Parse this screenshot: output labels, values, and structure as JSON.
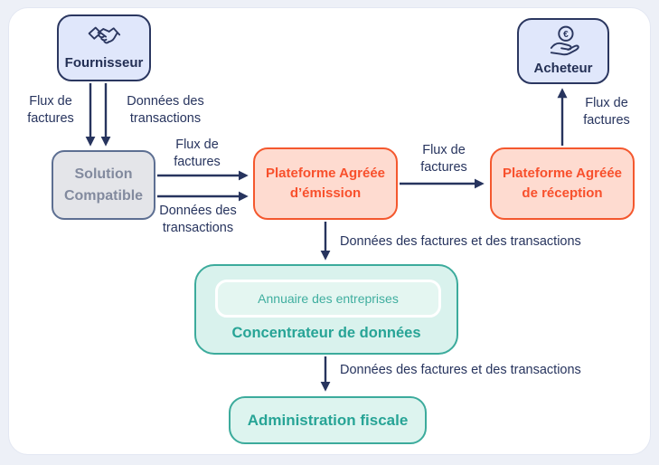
{
  "page": {
    "background_color": "#edf0f7",
    "card_background_color": "#ffffff"
  },
  "colors": {
    "navy": "#2b3760",
    "navy_text": "#232f54",
    "arrow": "#27345e",
    "blue_fill": "#e0e7fb",
    "gray_fill": "#e4e5e9",
    "gray_border": "#5d6f92",
    "gray_text": "#828a9e",
    "orange_fill": "#fedbd0",
    "orange_border": "#f4582e",
    "orange_text": "#f8502c",
    "teal_fill": "#d9f2ed",
    "teal_border": "#3cab9c",
    "teal_text": "#27a496",
    "annuaire_fill": "#e4f6f1",
    "annuaire_border": "#ffffff",
    "annuaire_text": "#3fae9f"
  },
  "nodes": {
    "fournisseur": {
      "label": "Fournisseur",
      "icon": "handshake-icon"
    },
    "acheteur": {
      "label": "Acheteur",
      "icon": "hand-euro-icon",
      "icon_glyph": "€"
    },
    "solution_compatible": {
      "label": "Solution\nCompatible"
    },
    "plateforme_emission": {
      "label": "Plateforme Agréée\nd’émission"
    },
    "plateforme_reception": {
      "label": "Plateforme Agréée\nde réception"
    },
    "concentrateur": {
      "annuaire_label": "Annuaire des entreprises",
      "label": "Concentrateur de données"
    },
    "administration_fiscale": {
      "label": "Administration fiscale"
    }
  },
  "edge_labels": {
    "fournisseur_to_solution_flux": "Flux de\nfactures",
    "fournisseur_to_solution_donnees": "Données des\ntransactions",
    "solution_to_emission_flux": "Flux de\nfactures",
    "solution_to_emission_donnees": "Données des\ntransactions",
    "emission_to_reception_flux": "Flux de\nfactures",
    "reception_to_acheteur_flux": "Flux de\nfactures",
    "emission_to_concentrateur": "Données des factures et des transactions",
    "concentrateur_to_administration": "Données des factures et des transactions"
  }
}
